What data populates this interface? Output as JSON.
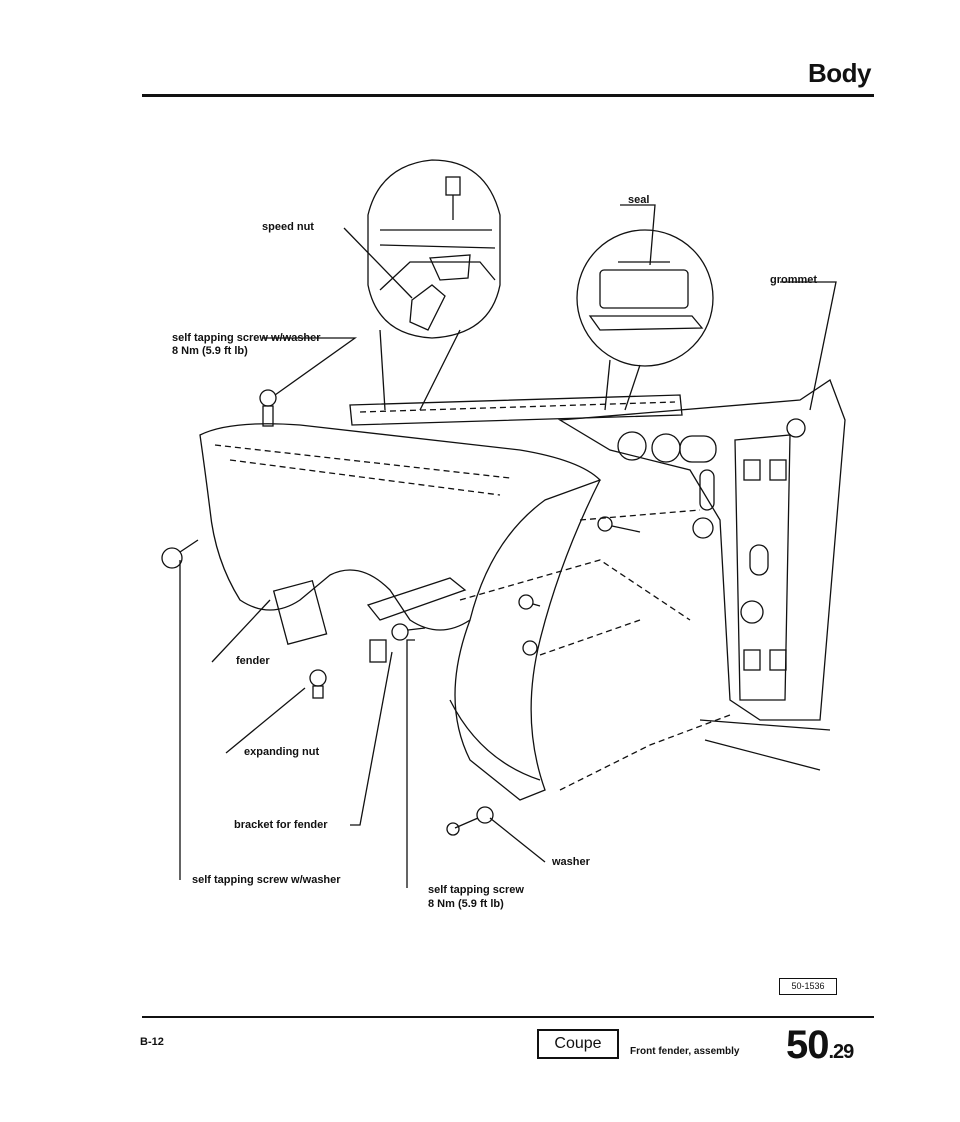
{
  "header": {
    "title": "Body"
  },
  "labels": {
    "seal": "seal",
    "speed_nut": "speed nut",
    "grommet": "grommet",
    "screw_top_1": "self tapping screw w/washer",
    "screw_top_2": "8 Nm (5.9 ft lb)",
    "fender": "fender",
    "expanding_nut": "expanding nut",
    "bracket": "bracket for fender",
    "screw_left": "self tapping screw w/washer",
    "screw_bottom_1": "self tapping screw",
    "screw_bottom_2": "8 Nm (5.9 ft lb)",
    "washer": "washer"
  },
  "figure_ref": "50-1536",
  "footer": {
    "page": "B-12",
    "model": "Coupe",
    "caption": "Front fender, assembly",
    "section": "50",
    "subsection": ".29"
  }
}
